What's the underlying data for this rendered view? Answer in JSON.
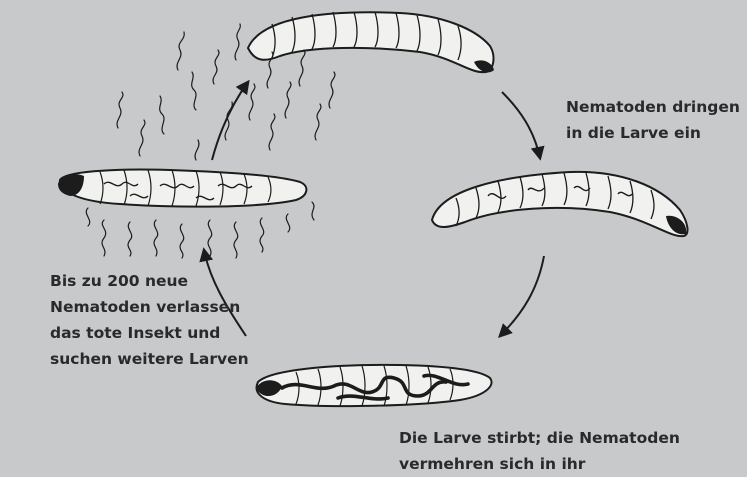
{
  "captions": {
    "infect": [
      "Nematoden dringen",
      "in die Larve ein"
    ],
    "release": [
      "Bis zu 200 neue",
      "Nematoden verlassen",
      "das tote Insekt und",
      "suchen weitere Larven"
    ],
    "dies": [
      "Die Larve stirbt; die Nematoden",
      "vermehren sich in ihr"
    ]
  },
  "colors": {
    "background": "#c8c9cb",
    "body": "#f1f1ef",
    "outline": "#1c1c1c",
    "text": "#2a2a2a"
  }
}
